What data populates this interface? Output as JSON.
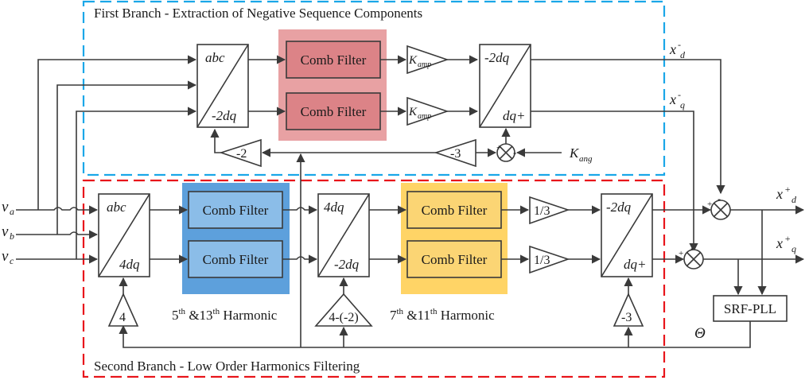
{
  "branches": {
    "first_title": "First Branch - Extraction of Negative Sequence Components",
    "second_title": "Second Branch - Low Order Harmonics Filtering",
    "first_border_color": "#1aa7e8",
    "second_border_color": "#e8151b"
  },
  "inputs": {
    "va": "a",
    "vb": "b",
    "vc": "c",
    "v": "v"
  },
  "transforms": {
    "t1_top": "abc",
    "t1_bot": "-2dq",
    "t2_top": "-2dq",
    "t2_bot": "dq+",
    "t3_top": "abc",
    "t3_bot": "4dq",
    "t4_top": "4dq",
    "t4_bot": "-2dq",
    "t5_top": "-2dq",
    "t5_bot": "dq+"
  },
  "filters": {
    "label": "Comb Filter",
    "red_fill": "#e8a1a3",
    "blue_fill": "#5da0dc",
    "yellow_fill": "#ffd466",
    "red_block_fill": "#dc8387",
    "blue_block_fill": "#8bbde8",
    "yellow_block_fill": "#fbd574"
  },
  "gains": {
    "k_base": "K",
    "amp_sub": "amp",
    "ang_sub": "ang",
    "g_neg2": "-2",
    "g_neg3a": "-3",
    "g_4": "4",
    "g_4m2": "4-(-2)",
    "g_neg3b": "-3",
    "g_13a": "1/3",
    "g_13b": "1/3"
  },
  "harmonics": {
    "h1_a": "5",
    "h1_sup_a": "th",
    "h1_b": " &13",
    "h1_sup_b": "th",
    "h1_c": " Harmonic",
    "h2_a": "7",
    "h2_sup_a": "th",
    "h2_b": " &11",
    "h2_sup_b": "th",
    "h2_c": " Harmonic"
  },
  "outputs": {
    "x": "x",
    "neg_sup": "-",
    "pos_sup": "+",
    "d": "d",
    "q": "q"
  },
  "pll": {
    "label": "SRF-PLL",
    "theta": "Θ"
  },
  "signs": {
    "minus": "-",
    "plus": "+"
  }
}
